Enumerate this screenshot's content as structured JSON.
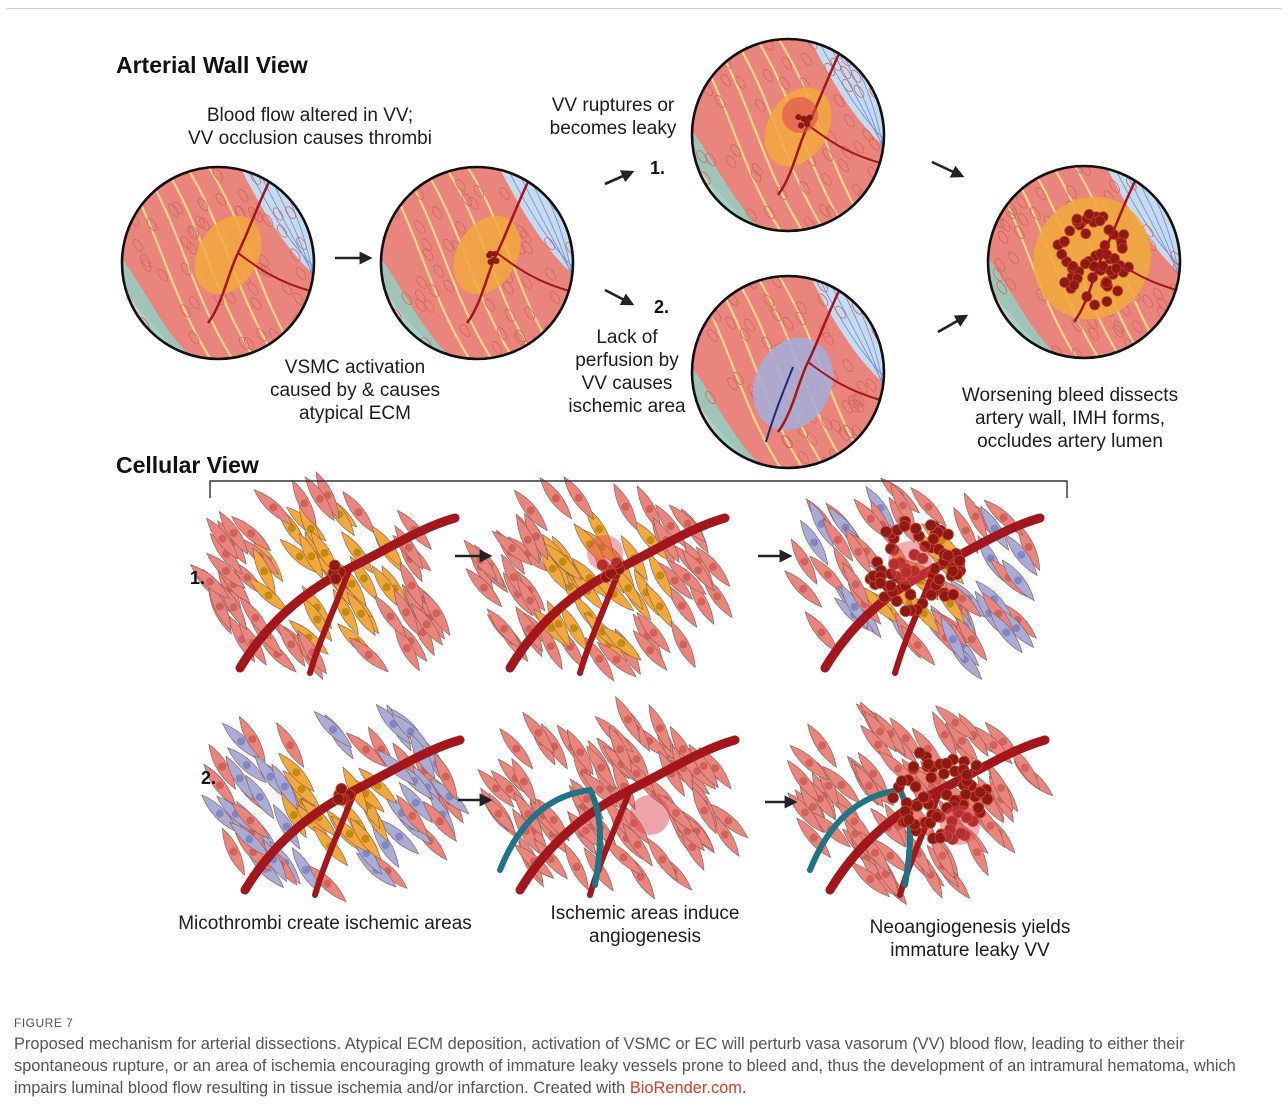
{
  "headings": {
    "arterial_wall_view": "Arterial Wall View",
    "cellular_view": "Cellular View"
  },
  "arterial_labels": {
    "blood_flow": "Blood flow altered in VV;\nVV occlusion causes thrombi",
    "vsmc": "VSMC activation\ncaused by & causes\natypical ECM",
    "ruptures": "VV ruptures or\nbecomes leaky",
    "perfusion": "Lack of\nperfusion by\nVV causes\nischemic area",
    "worsening": "Worsening bleed dissects\nartery wall,  IMH forms,\noccludes artery lumen",
    "path1": "1.",
    "path2": "2."
  },
  "cellular_labels": {
    "row1": "1.",
    "row2": "2.",
    "micothrombi": "Micothrombi create ischemic areas",
    "ischemic": "Ischemic areas induce\nangiogenesis",
    "neoangio": "Neoangiogenesis yields\nimmature leaky VV"
  },
  "figure_label": "FIGURE 7",
  "caption_text": "Proposed mechanism for arterial dissections. Atypical ECM deposition, activation of VSMC or EC will perturb vasa vasorum (VV) blood flow, leading to either their spontaneous rupture, or an area of ischemia encouraging growth of immature leaky vessels prone to bleed and, thus the development of an intramural hematoma, which impairs luminal blood flow resulting in tissue ischemia and/or infarction. Created with ",
  "caption_link": "BioRender.com",
  "caption_end": ".",
  "colors": {
    "muscle": "#e9857c",
    "activated": "#f1a93e",
    "ischemic": "#a9acd6",
    "pale": "#cfe4e8",
    "vessel": "#a3161c",
    "thrombus": "#8d1a12",
    "adventitia": "#c5dcf0",
    "new_vessel": "#1f7486",
    "link": "#d6402a"
  }
}
